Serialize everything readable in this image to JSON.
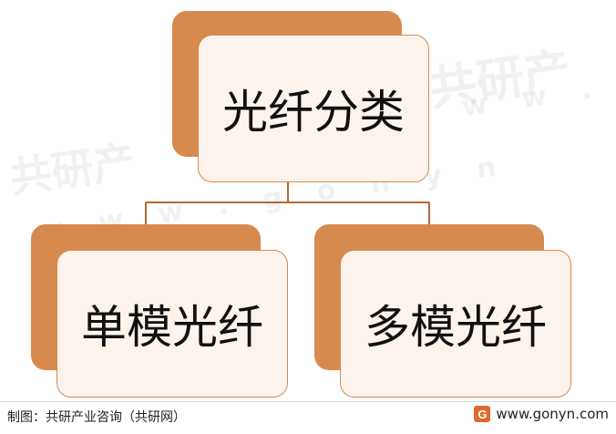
{
  "diagram": {
    "root": {
      "label": "光纤分类"
    },
    "children": [
      {
        "label": "单模光纤"
      },
      {
        "label": "多模光纤"
      }
    ]
  },
  "footer": {
    "source": "制图：共研产业咨询（共研网）",
    "website": "www.gonyn.com"
  },
  "watermark": {
    "brand": "共研产",
    "url_a": "w w w . g o n y n",
    "url_b": "w w w . g"
  },
  "colors": {
    "accent": "#d68a4e",
    "card_fill": "#fcf3ec",
    "connector": "#b06a35"
  }
}
